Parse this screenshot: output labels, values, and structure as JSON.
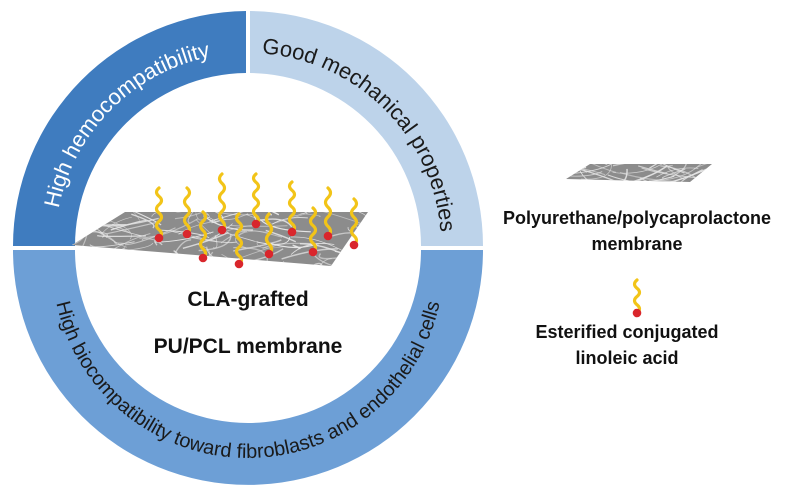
{
  "diagram": {
    "ring": {
      "top_left_label": "High hemocompatibility",
      "top_right_label": "Good mechanical properties",
      "bottom_label": "High biocompatibility toward fibroblasts and endothelial cells",
      "colors": {
        "top_left": "#3f7cbf",
        "top_right": "#bdd3ea",
        "bottom": "#6d9fd6"
      }
    },
    "center": {
      "title_line1": "CLA-grafted",
      "title_line2": "PU/PCL membrane"
    },
    "legend": {
      "membrane_line1": "Polyurethane/polycaprolactone",
      "membrane_line2": "membrane",
      "cla_line1": "Esterified conjugated",
      "cla_line2": "linoleic acid"
    },
    "colors": {
      "chain": "#f2c418",
      "ester_dot": "#d9262c",
      "membrane_fill": "#8c8c8c",
      "membrane_fiber": "#e6e6e6"
    }
  }
}
